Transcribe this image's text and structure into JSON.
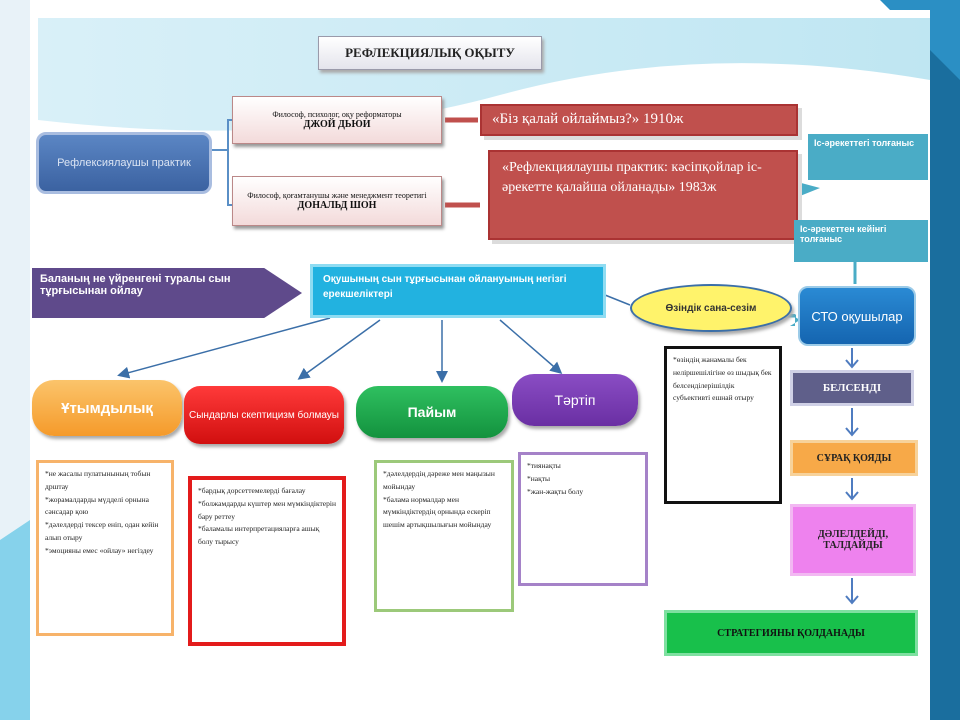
{
  "title": "РЕФЛЕКЦИЯЛЫҚ ОҚЫТУ",
  "left_node": "Рефлексиялаушы практик",
  "dewey": {
    "line1": "Философ, психолог, оқу реформаторы",
    "name": "ДЖОЙ ДЬЮИ"
  },
  "schon": {
    "line1": "Философ, қоғамтанушы және менеджмент теоретигі",
    "name": "ДОНАЛЬД ШОН"
  },
  "book1": "«Біз қалай ойлаймыз?» 1910ж",
  "book2": "«Рефлекциялаушы практик: кәсіпқойлар іс-әрекетте қалайша ойланады» 1983ж",
  "callout1": "Іс-әрекеттегі толғаныс",
  "callout2": "Іс-әрекеттен кейінгі толғаныс",
  "purple_arrow": "Баланың не үйренгені туралы сын тұрғысынан ойлау",
  "center": "Оқушының сын тұрғысынан ойлануының негізгі ерекшеліктері",
  "yellow_oval": "Өзіндік сана-сезім",
  "cto": "СТО оқушылар",
  "categories": {
    "c1": "Ұтымдылық",
    "c2": "Сындарлы скептицизм болмауы",
    "c3": "Пайым",
    "c4": "Тәртіп"
  },
  "lists": {
    "l1": [
      "*не жасалы пулатынының тобын дрштау",
      "*жорамалдарды мүдделі орнына сәнсадар қою",
      "*дәлелдерді тексер еніп, одан кейін алып отыру",
      "*эмоцияны емес «ойлау» негіздеу"
    ],
    "l2": [
      "*бардық дорсеттемелерді бағалау",
      "*болжамдарды күштер мен мүмкіндіктерін бару реттеу",
      "*баламалы интерпретацияларға ашық болу тырысу"
    ],
    "l3": [
      "*дәлелдердің дәреже мен маңызын мойындау",
      "*балама нормалдар мен мүмкіндіктердің орнында ескеріп шешім артықшылығын мойындау"
    ],
    "l4": [
      "*тиянақты",
      "*нақты",
      "*жан-жақты болу"
    ],
    "l5": [
      "*өзіндің жанамалы бек неліршешілігіне өз шыдық бек белсенділерішілдік субъективті ешнай отыру"
    ]
  },
  "steps": [
    "БЕЛСЕНДІ",
    "СҰРАҚ ҚОЯДЫ",
    "ДӘЛЕЛДЕЙДІ, ТАЛДАЙДЫ",
    "СТРАТЕГИЯНЫ ҚОЛДАНАДЫ"
  ],
  "colors": {
    "red": "#c0504d",
    "blue": "#4f7cc0",
    "cyan": "#22b2e0",
    "orange": "#f7a948",
    "green": "#18a84b",
    "purple": "#7b3fb2",
    "darkred": "#e31b1b",
    "teal": "#4aacc6",
    "slate": "#5f5f8a",
    "magenta": "#ee82ee",
    "yellow": "#fff36b"
  }
}
